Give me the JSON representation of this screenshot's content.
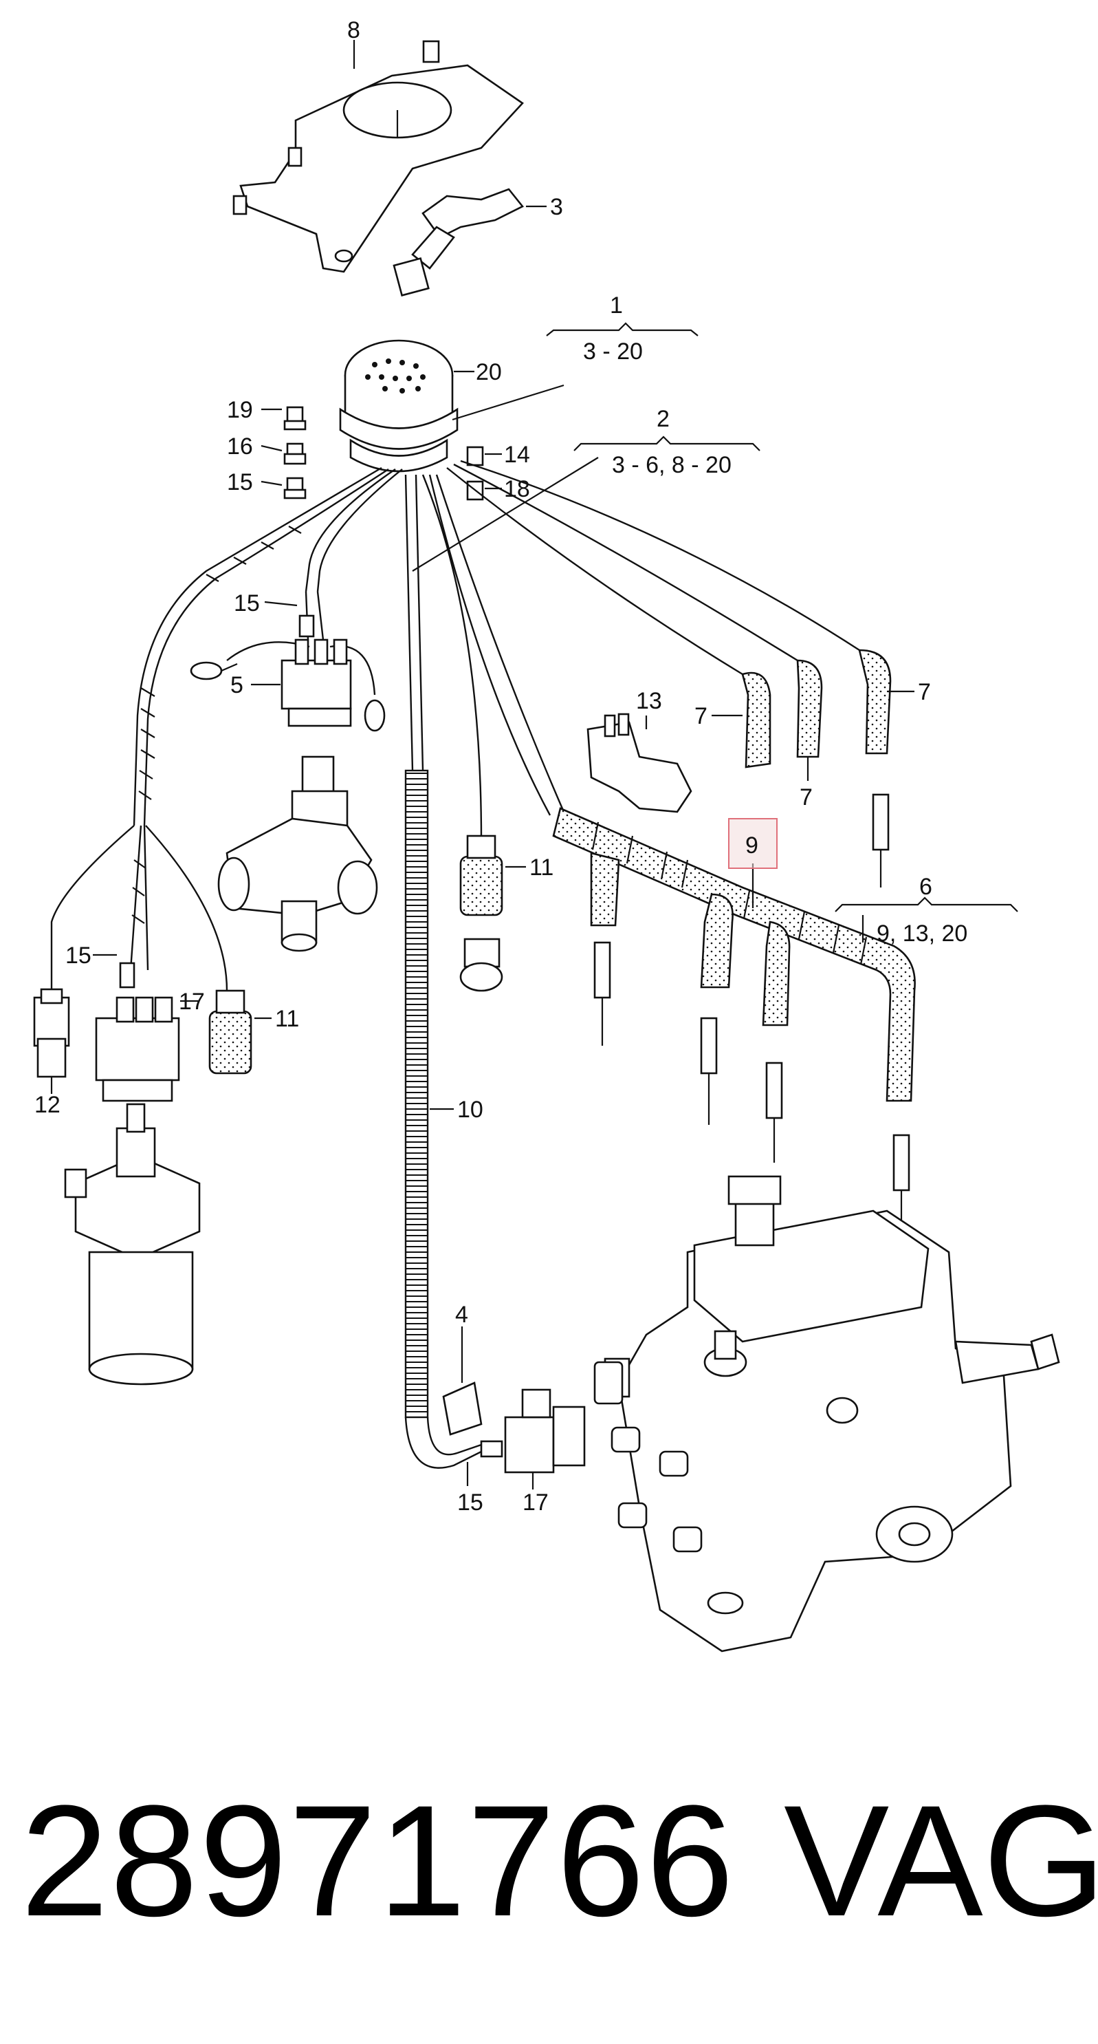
{
  "labels": {
    "l1": "1",
    "l1r": "3 - 20",
    "l2": "2",
    "l2r": "3 - 6, 8 - 20",
    "l3": "3",
    "l4": "4",
    "l5": "5",
    "l6": "6",
    "l6r": "9,  13,  20",
    "l7a": "7",
    "l7b": "7",
    "l7c": "7",
    "l8": "8",
    "l9": "9",
    "l10": "10",
    "l11a": "11",
    "l11b": "11",
    "l12": "12",
    "l13": "13",
    "l14": "14",
    "l15a": "15",
    "l15b": "15",
    "l15c": "15",
    "l15d": "15",
    "l16": "16",
    "l17a": "17",
    "l17b": "17",
    "l18": "18",
    "l19": "19",
    "l20": "20"
  },
  "highlight_color": "#e0707a",
  "footer": {
    "part_number": "28971766",
    "brand": "VAG"
  }
}
